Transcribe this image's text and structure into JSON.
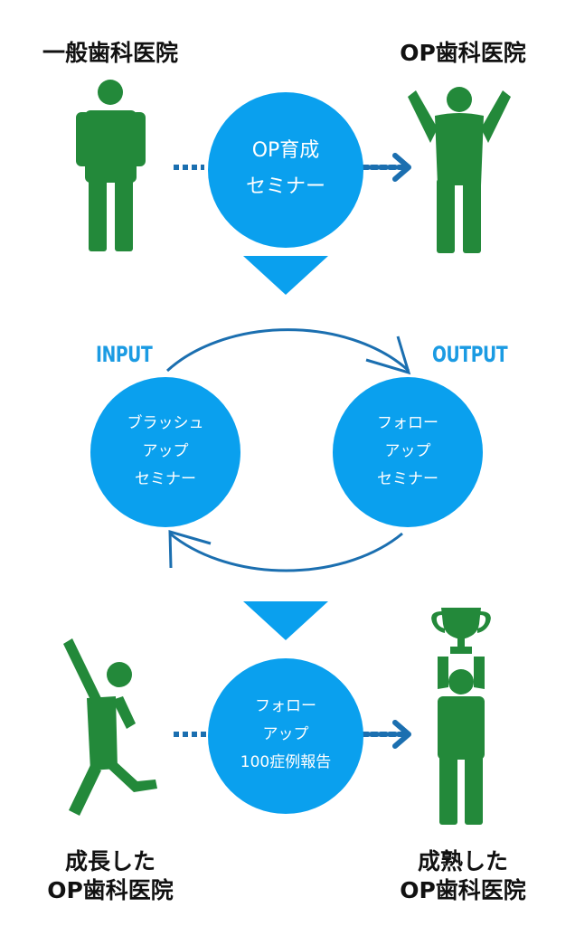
{
  "labels": {
    "top_left": "一般歯科医院",
    "top_right": "OP歯科医院",
    "bottom_left_line1": "成長した",
    "bottom_left_line2": "OP歯科医院",
    "bottom_right_line1": "成熟した",
    "bottom_right_line2": "OP歯科医院",
    "input": "INPUT",
    "output": "OUTPUT"
  },
  "circles": {
    "top": {
      "line1": "OP育成",
      "line2": "セミナー"
    },
    "left": {
      "line1": "ブラッシュ",
      "line2": "アップ",
      "line3": "セミナー"
    },
    "right": {
      "line1": "フォロー",
      "line2": "アップ",
      "line3": "セミナー"
    },
    "bottom": {
      "line1": "フォロー",
      "line2": "アップ",
      "line3": "100症例報告"
    }
  },
  "icons": {
    "top_left": "standing-person-icon",
    "top_right": "cheering-person-icon",
    "bottom_left": "jumping-person-icon",
    "bottom_right": "trophy-person-icon"
  },
  "colors": {
    "person_green": "#23893a",
    "circle_blue": "#0aa0ee",
    "arrow_dark_blue": "#1b6fb0",
    "triangle_blue": "#0aa0ee",
    "io_text_blue": "#1b9be3",
    "label_text": "#111111"
  }
}
